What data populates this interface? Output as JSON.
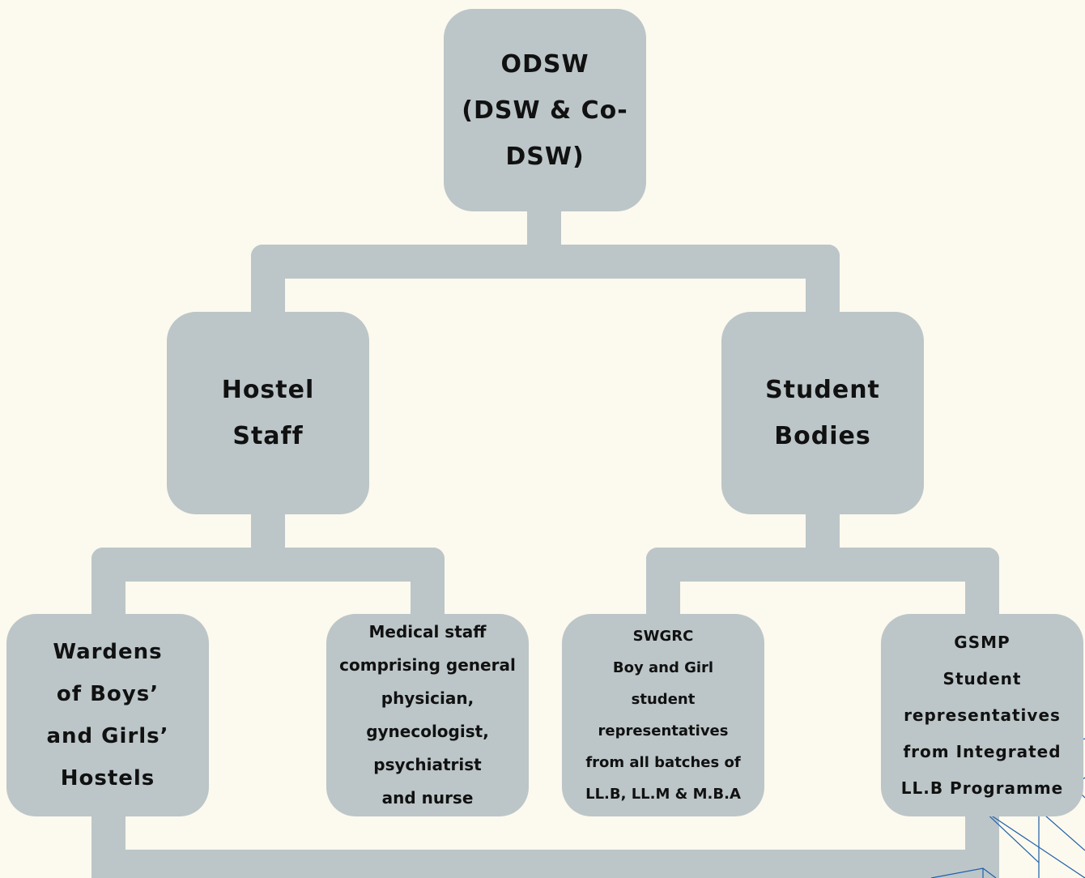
{
  "nodes": {
    "odsw": {
      "lines": [
        "ODSW",
        "(DSW & Co-",
        "DSW)"
      ]
    },
    "hostel_staff": {
      "lines": [
        "Hostel",
        "Staff"
      ]
    },
    "student_bodies": {
      "lines": [
        "Student",
        "Bodies"
      ]
    },
    "wardens": {
      "lines": [
        "Wardens",
        "of Boys’",
        "and Girls’",
        "Hostels"
      ]
    },
    "medical_staff": {
      "lines": [
        "Medical staff",
        "comprising general",
        "physician,",
        "gynecologist,",
        "psychiatrist",
        "and nurse"
      ]
    },
    "swgrc": {
      "lines": [
        "SWGRC",
        "Boy and Girl",
        "student",
        "representatives",
        "from all batches of",
        "LL.B, LL.M & M.B.A"
      ]
    },
    "gsmp": {
      "lines": [
        "GSMP",
        "Student",
        "representatives",
        "from Integrated",
        "LL.B Programme"
      ]
    }
  },
  "colors": {
    "background": "#fcf9ee",
    "node_fill": "#bcc6c8",
    "text": "#111111",
    "decor_line": "#1f5fa8"
  }
}
